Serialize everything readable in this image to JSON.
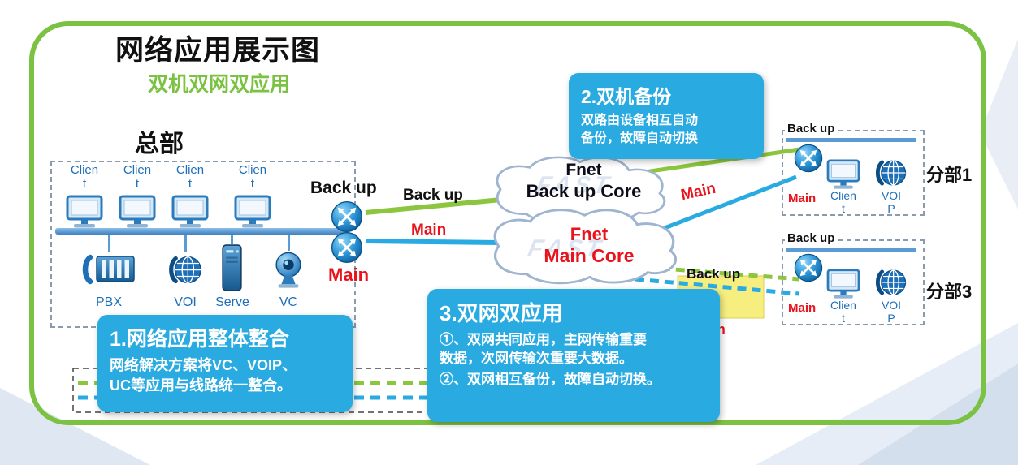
{
  "title": "网络应用展示图",
  "subtitle": "双机双网双应用",
  "hq": {
    "label": "总部",
    "client_label": "Clien\nt",
    "devices": {
      "pbx": "PBX",
      "voip": "VOI",
      "server": "Serve",
      "vc": "VC"
    }
  },
  "core": {
    "backup_router_label": "Back up",
    "main_router_label": "Main",
    "backup_link_label": "Back up",
    "main_link_label": "Main"
  },
  "clouds": {
    "watermark": "FAST",
    "backup": {
      "line1": "Fnet",
      "line2": "Back up Core"
    },
    "main": {
      "line1": "Fnet",
      "line2": "Main Core"
    }
  },
  "branch_links": {
    "branch1_main_label": "Main",
    "branch3_backup_label": "Back up",
    "branch3_main_label": "Main"
  },
  "branches": [
    {
      "name": "分部1",
      "backup_label": "Back up",
      "main_label": "Main",
      "client_label": "Clien\nt",
      "voip_label": "VOI\nP"
    },
    {
      "name": "分部3",
      "backup_label": "Back up",
      "main_label": "Main",
      "client_label": "Clien\nt",
      "voip_label": "VOI\nP"
    }
  ],
  "callouts": {
    "integration": {
      "title": "1.网络应用整体整合",
      "body": "网络解决方案将VC、VOIP、\nUC等应用与线路统一整合。"
    },
    "backup": {
      "title": "2.双机备份",
      "body": "双路由设备相互自动\n备份，故障自动切换"
    },
    "dual": {
      "title": "3.双网双应用",
      "body1": "①、双网共同应用，主网传输重要\n数据，次网传输次重要大数据。",
      "body2": "②、双网相互备份，故障自动切换。"
    }
  },
  "colors": {
    "frame_green": "#7CC242",
    "callout_blue": "#29ABE2",
    "backup_line_green": "#8CC63E",
    "main_line_blue": "#29ABE2",
    "bus_blue": "#5B9BD5",
    "alert_red": "#E8131C",
    "highlight_yellow": "#F6EC6B"
  }
}
